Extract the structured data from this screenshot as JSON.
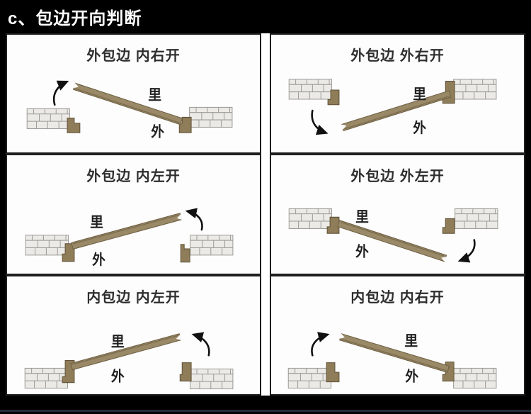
{
  "header": {
    "title": "c、包边开向判断"
  },
  "panels": [
    {
      "title": "外包边 内右开",
      "inner": "里",
      "outer": "外"
    },
    {
      "title": "外包边 外右开",
      "inner": "里",
      "outer": "外"
    },
    {
      "title": "外包边 内左开",
      "inner": "里",
      "outer": "外"
    },
    {
      "title": "外包边 外左开",
      "inner": "里",
      "outer": "外"
    },
    {
      "title": "内包边 内左开",
      "inner": "里",
      "outer": "外"
    },
    {
      "title": "内包边 内右开",
      "inner": "里",
      "outer": "外"
    }
  ],
  "colors": {
    "background": "#000000",
    "panel_background": "#fdfdfd",
    "door": "#9a8967",
    "wall": "#eceae6",
    "trim": "#8f7c58",
    "title_text": "#2e2e2e",
    "header_text": "#ffffff"
  }
}
